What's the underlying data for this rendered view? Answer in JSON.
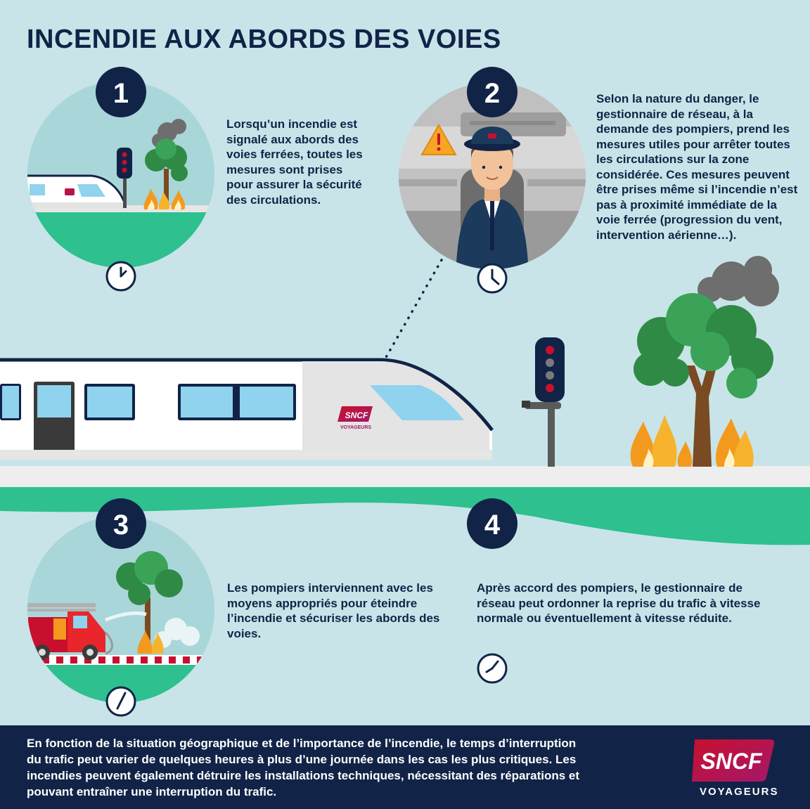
{
  "title": "INCENDIE AUX ABORDS DES VOIES",
  "steps": [
    {
      "number": "1",
      "text": "Lorsqu’un incendie est signalé aux abords des voies ferrées, toutes les mesures sont prises pour assurer la sécurité des circulations."
    },
    {
      "number": "2",
      "text": "Selon la nature du danger, le gestionnaire de réseau, à la demande des pompiers, prend les mesures utiles pour arrêter toutes les circulations sur la zone considérée. Ces mesures peuvent être prises même si l’incendie n’est pas à proximité immédiate de la voie ferrée (progression du vent, intervention aérienne…)."
    },
    {
      "number": "3",
      "text": "Les pompiers interviennent avec les moyens appropriés pour éteindre l’incendie et sécuriser les abords des voies."
    },
    {
      "number": "4",
      "text": "Après accord des pompiers, le gestionnaire de réseau peut ordonner la reprise du trafic à vitesse normale ou éventuellement à vitesse réduite."
    }
  ],
  "train_logo": {
    "brand": "SNCF",
    "sub": "VOYAGEURS"
  },
  "footer": {
    "text": "En fonction de la situation géographique et de l’importance de l’incendie, le temps d’interruption du trafic peut varier de quelques heures à plus d’une journée dans les cas les plus critiques. Les incendies peuvent également détruire les installations techniques, nécessitant des réparations et pouvant entraîner une interruption du trafic.",
    "logo_brand": "SNCF",
    "logo_sub": "VOYAGEURS"
  },
  "colors": {
    "navy": "#112347",
    "background": "#c8e4e8",
    "green": "#2ec08f",
    "sncf_red": "#c8102e",
    "sncf_magenta": "#b3185f",
    "fire_orange": "#f39a1e",
    "tree_green": "#2f8a45"
  }
}
